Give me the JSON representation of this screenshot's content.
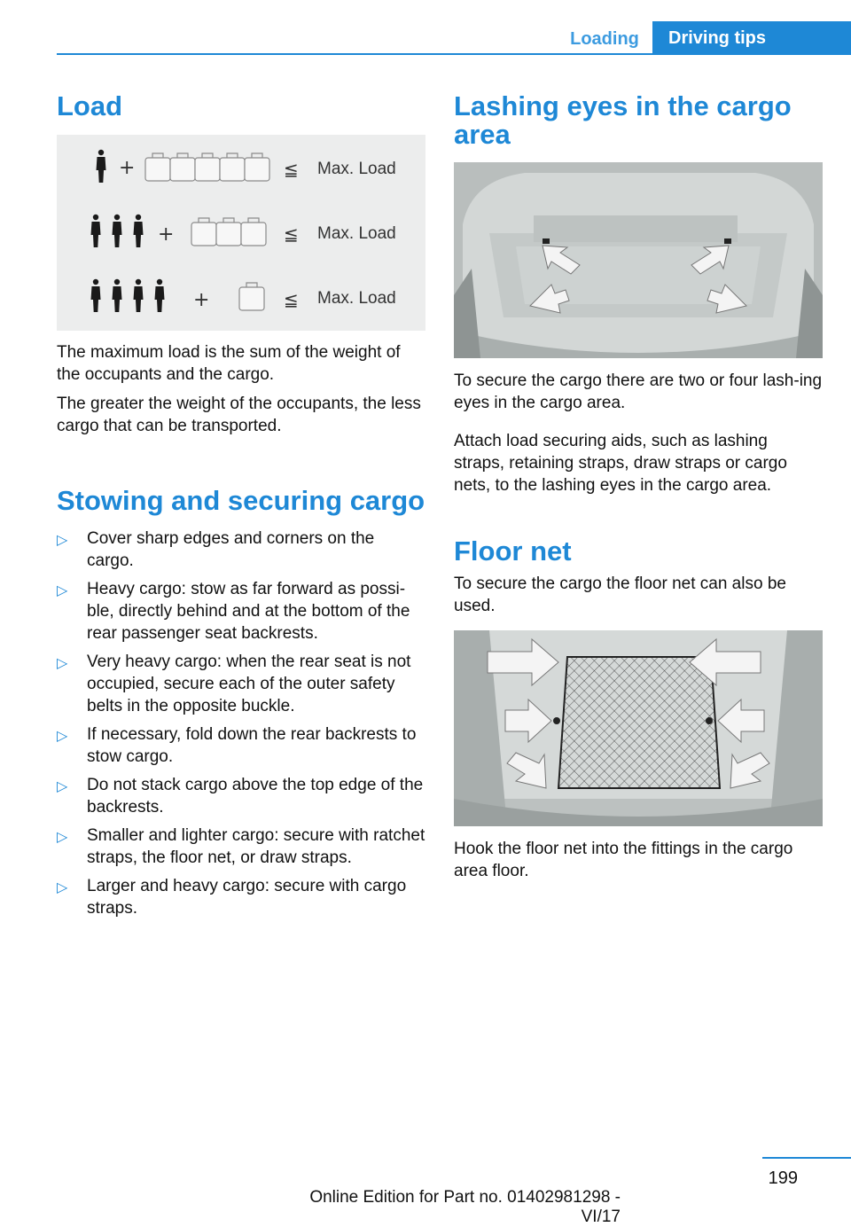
{
  "header": {
    "tab_section": "Loading",
    "tab_chapter": "Driving tips"
  },
  "left": {
    "load_title": "Load",
    "load_figure": {
      "rows": [
        {
          "persons": 1,
          "bags": 5,
          "label": "Max. Load"
        },
        {
          "persons": 3,
          "bags": 3,
          "label": "Max. Load"
        },
        {
          "persons": 4,
          "bags": 1,
          "label": "Max. Load"
        }
      ],
      "plus": "+",
      "leq": "≦"
    },
    "load_p1": "The maximum load is the sum of the weight of the occupants and the cargo.",
    "load_p2": "The greater the weight of the occupants, the less cargo that can be transported.",
    "stow_title": "Stowing and securing cargo",
    "stow_items": [
      "Cover sharp edges and corners on the cargo.",
      "Heavy cargo: stow as far forward as possi‐ble, directly behind and at the bottom of the rear passenger seat backrests.",
      "Very heavy cargo: when the rear seat is not occupied, secure each of the outer safety belts in the opposite buckle.",
      "If necessary, fold down the rear backrests to stow cargo.",
      "Do not stack cargo above the top edge of the backrests.",
      "Smaller and lighter cargo: secure with ratchet straps, the floor net, or draw straps.",
      "Larger and heavy cargo: secure with cargo straps."
    ],
    "bullet_glyph": "▷"
  },
  "right": {
    "lash_title": "Lashing eyes in the cargo area",
    "lash_p1": "To secure the cargo there are two or four lash‐ing eyes in the cargo area.",
    "lash_p2": "Attach load securing aids, such as lashing straps, retaining straps, draw straps or cargo nets, to the lashing eyes in the cargo area.",
    "floor_title": "Floor net",
    "floor_p1": "To secure the cargo the floor net can also be used.",
    "floor_p2": "Hook the floor net into the fittings in the cargo area floor."
  },
  "footer": {
    "page": "199",
    "edition": "Online Edition for Part no. 01402981298 - VI/17"
  },
  "colors": {
    "accent": "#1e88d6",
    "figure_bg": "#eceded"
  }
}
